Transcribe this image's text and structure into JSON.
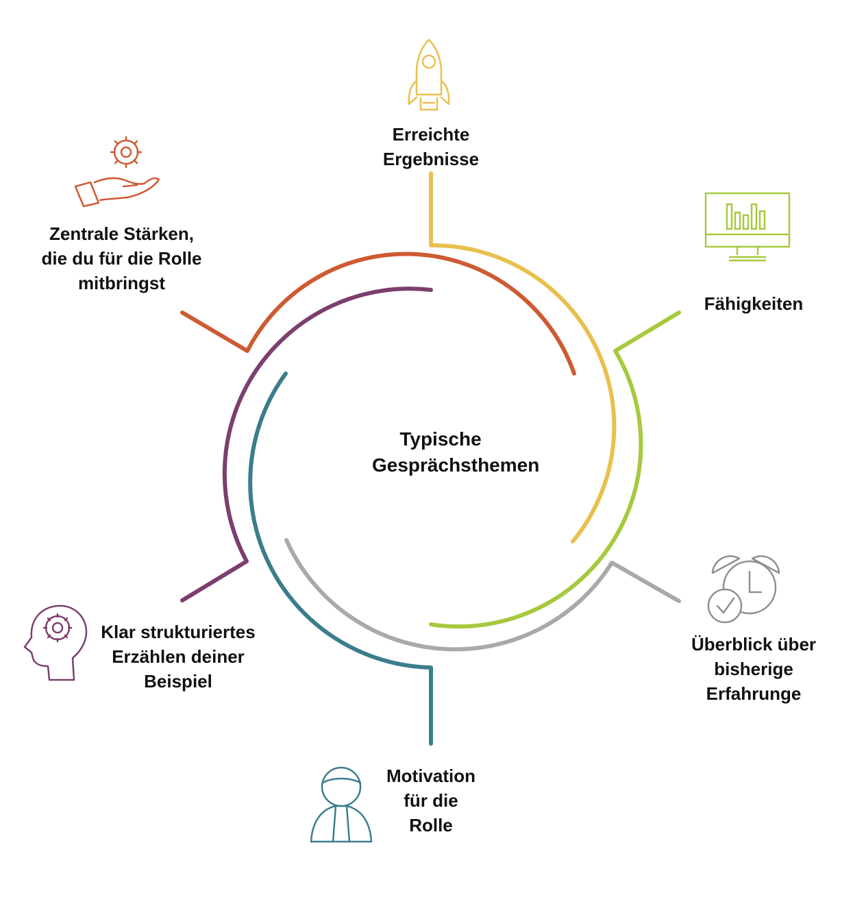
{
  "center": {
    "lines": [
      "Typische",
      "Gesprächsthemen"
    ]
  },
  "topics": [
    {
      "id": "erreichte-ergebnisse",
      "lines": [
        "Erreichte",
        "Ergebnisse"
      ],
      "icon": "rocket-icon",
      "color": "#E8C04E"
    },
    {
      "id": "faehigkeiten",
      "lines": [
        "Fähigkeiten"
      ],
      "icon": "monitor-chart-icon",
      "color": "#A6C93E"
    },
    {
      "id": "ueberblick",
      "lines": [
        "Überblick über",
        "bisherige",
        "Erfahrunge"
      ],
      "icon": "alarm-clock-check-icon",
      "color": "#A9A9A9"
    },
    {
      "id": "motivation",
      "lines": [
        "Motivation",
        "für die",
        "Rolle"
      ],
      "icon": "person-tie-icon",
      "color": "#3B7D8C"
    },
    {
      "id": "klar-strukturiert",
      "lines": [
        "Klar strukturiertes",
        "Erzählen deiner",
        "Beispiel"
      ],
      "icon": "head-gear-icon",
      "color": "#7B3F6E"
    },
    {
      "id": "zentrale-staerken",
      "lines": [
        "Zentrale Stärken,",
        "die du für die Rolle",
        "mitbringst"
      ],
      "icon": "hand-gear-icon",
      "color": "#CE5A33"
    }
  ]
}
